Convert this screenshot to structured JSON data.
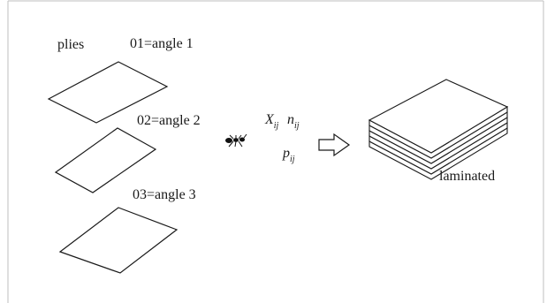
{
  "labels": {
    "plies": "plies",
    "ply1": "01=angle 1",
    "ply2": "02=angle 2",
    "ply3": "03=angle 3",
    "laminated": "laminated"
  },
  "params": {
    "x_base": "X",
    "x_sub": "ij",
    "n_base": "n",
    "n_sub": "ij",
    "p_base": "p",
    "p_sub": "ij"
  },
  "colors": {
    "stroke": "#1a1a1a",
    "frame": "#bfbfbf",
    "background": "#ffffff"
  },
  "icons": {
    "ant": "ant-icon",
    "arrow": "hollow-right-arrow-icon"
  }
}
